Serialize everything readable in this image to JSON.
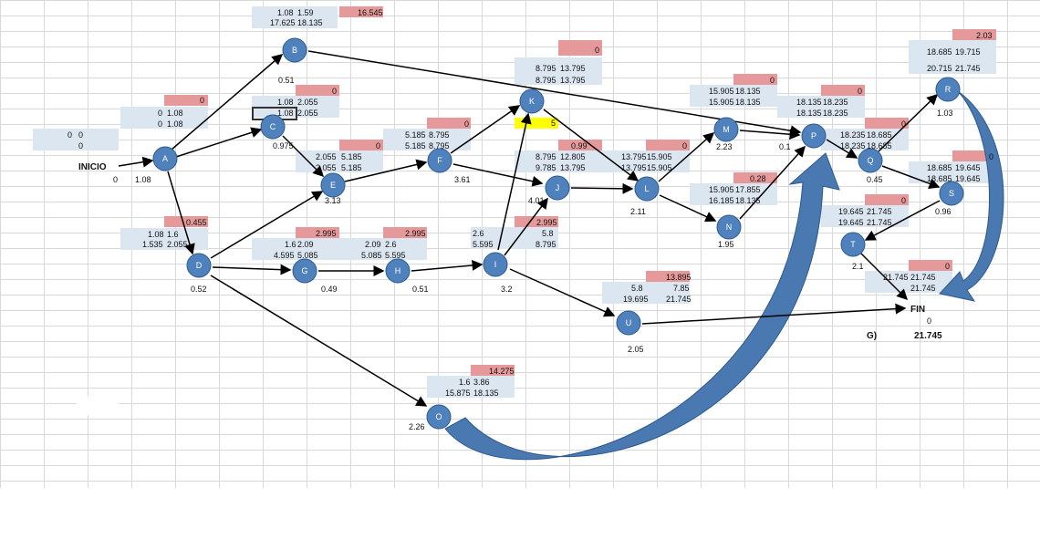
{
  "nodes": {
    "A": {
      "label": "A",
      "dur": "1.08"
    },
    "B": {
      "label": "B",
      "dur": "0.51"
    },
    "C": {
      "label": "C",
      "dur": "0.975"
    },
    "D": {
      "label": "D",
      "dur": "0.52"
    },
    "E": {
      "label": "E",
      "dur": "3.13"
    },
    "F": {
      "label": "F",
      "dur": "3.61"
    },
    "G": {
      "label": "G",
      "dur": "0.49"
    },
    "H": {
      "label": "H",
      "dur": "0.51"
    },
    "I": {
      "label": "I",
      "dur": "3.2"
    },
    "J": {
      "label": "J",
      "dur": "4.01"
    },
    "K": {
      "label": "K",
      "dur": "5"
    },
    "L": {
      "label": "L",
      "dur": "2.11"
    },
    "M": {
      "label": "M",
      "dur": "2.23"
    },
    "N": {
      "label": "N",
      "dur": "1.95"
    },
    "O": {
      "label": "O",
      "dur": "2.26"
    },
    "P": {
      "label": "P",
      "dur": "0.1"
    },
    "Q": {
      "label": "Q",
      "dur": "0.45"
    },
    "R": {
      "label": "R",
      "dur": "1.03"
    },
    "S": {
      "label": "S",
      "dur": "0.96"
    },
    "T": {
      "label": "T",
      "dur": "2.1"
    },
    "U": {
      "label": "U",
      "dur": "2.05"
    }
  },
  "labels": {
    "inicio": "INICIO",
    "inicio_dur": "0",
    "fin": "FIN",
    "fin_dur": "0",
    "g_label": "G)",
    "total": "21.745"
  },
  "tables": {
    "inicio": {
      "r1c1": "0",
      "r1c2": "0",
      "r2c1": "0"
    },
    "A": {
      "slack": "0",
      "es": "0",
      "ef": "1.08",
      "ls": "0",
      "lf": "1.08"
    },
    "B": {
      "slack": "16.545",
      "es": "1.08",
      "ef": "1.59",
      "ls": "17.625",
      "lf": "18.135"
    },
    "C": {
      "slack": "0",
      "es": "1.08",
      "ef": "2.055",
      "ls": "1.08",
      "lf": "2.055"
    },
    "D": {
      "slack": "0.455",
      "es": "1.08",
      "ef": "1.6",
      "ls": "1.535",
      "lf": "2.055"
    },
    "E": {
      "slack": "0",
      "es": "2.055",
      "ef": "5.185",
      "ls": "2.055",
      "lf": "5.185"
    },
    "F": {
      "slack": "0",
      "es": "5.185",
      "ef": "8.795",
      "ls": "5.185",
      "lf": "8.795"
    },
    "G": {
      "slack": "2.995",
      "es": "1.6",
      "ef": "2.09",
      "ls": "4.595",
      "lf": "5.085"
    },
    "H": {
      "slack": "2.995",
      "es": "2.09",
      "ef": "2.6",
      "ls": "5.085",
      "lf": "5.595"
    },
    "I": {
      "slack": "2.995",
      "es": "2.6",
      "ef": "5.8",
      "ls": "5.595",
      "lf": "8.795"
    },
    "J": {
      "slack": "0.99",
      "es": "8.795",
      "ef": "12.805",
      "ls": "9.785",
      "lf": "13.795"
    },
    "K": {
      "slack": "0",
      "es": "8.795",
      "ef": "13.795",
      "ls": "8.795",
      "lf": "13.795"
    },
    "L": {
      "slack": "0",
      "es": "13.795",
      "ef": "15.905",
      "ls": "13.795",
      "lf": "15.905"
    },
    "M": {
      "slack": "0",
      "es": "15.905",
      "ef": "18.135",
      "ls": "15.905",
      "lf": "18.135"
    },
    "N": {
      "slack": "0.28",
      "es": "15.905",
      "ef": "17.855",
      "ls": "16.185",
      "lf": "18.135"
    },
    "O": {
      "slack": "14.275",
      "es": "1.6",
      "ef": "3.86",
      "ls": "15.875",
      "lf": "18.135"
    },
    "P": {
      "slack": "0",
      "es": "18.135",
      "ef": "18.235",
      "ls": "18.135",
      "lf": "18.235"
    },
    "Q": {
      "slack": "0",
      "es": "18.235",
      "ef": "18.685",
      "ls": "18.235",
      "lf": "18.685"
    },
    "R": {
      "slack": "2.03",
      "es": "18.685",
      "ef": "19.715",
      "ls": "20.715",
      "lf": "21.745"
    },
    "S": {
      "slack": "0",
      "es": "18.685",
      "ef": "19.645",
      "ls": "18.685",
      "lf": "19.645"
    },
    "T": {
      "slack": "0",
      "es": "19.645",
      "ef": "21.745",
      "ls": "19.645",
      "lf": "21.745"
    },
    "U": {
      "slack": "13.895",
      "es": "5.8",
      "ef": "7.85",
      "ls": "19.695",
      "lf": "21.745"
    },
    "FIN": {
      "slack": "0",
      "es": "21.745",
      "ef": "21.745",
      "ls": "21.745"
    }
  },
  "colors": {
    "node_fill": "#4f81bd",
    "node_stroke": "#2c5a8c",
    "cell_blue": "#dce6f1",
    "cell_pink": "#e6999a",
    "highlight": "#ffff00",
    "curved_arrow": "#3f6fa8"
  }
}
